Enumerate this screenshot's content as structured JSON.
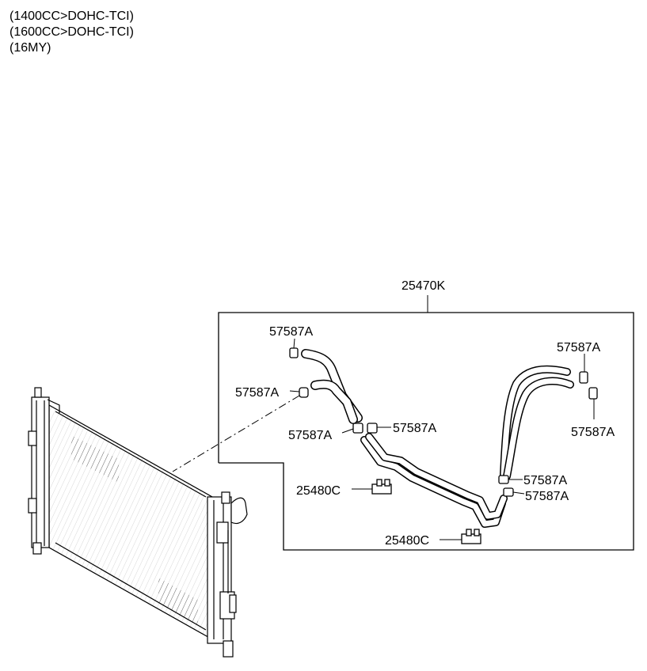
{
  "header": {
    "lines": [
      "(1400CC>DOHC-TCI)",
      "(1600CC>DOHC-TCI)",
      "(16MY)"
    ]
  },
  "parts": {
    "assembly": "25470K",
    "clamp": "57587A",
    "bracket": "25480C"
  }
}
